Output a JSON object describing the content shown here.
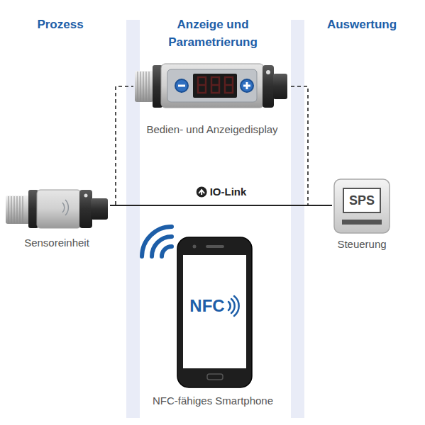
{
  "diagram": {
    "nodes": [
      {
        "text": [
          "Sensoreinheit"
        ]
      },
      {
        "text": [
          "Bedien- und Anzeigedisplay"
        ]
      },
      {
        "text": [
          "SPS",
          "Steuerung"
        ]
      },
      {
        "text": [
          "NFC",
          "NFC-fähiges Smartphone"
        ]
      }
    ],
    "edges": [
      {
        "from": 0,
        "to": 2,
        "label": "IO-Link",
        "arrow": "none"
      },
      {
        "from": 0,
        "to": 1,
        "arrow": "none"
      },
      {
        "from": 1,
        "to": 2,
        "arrow": "none"
      }
    ],
    "labels": [
      "Prozess",
      "Anzeige und Parametrierung",
      "Auswertung"
    ]
  }
}
